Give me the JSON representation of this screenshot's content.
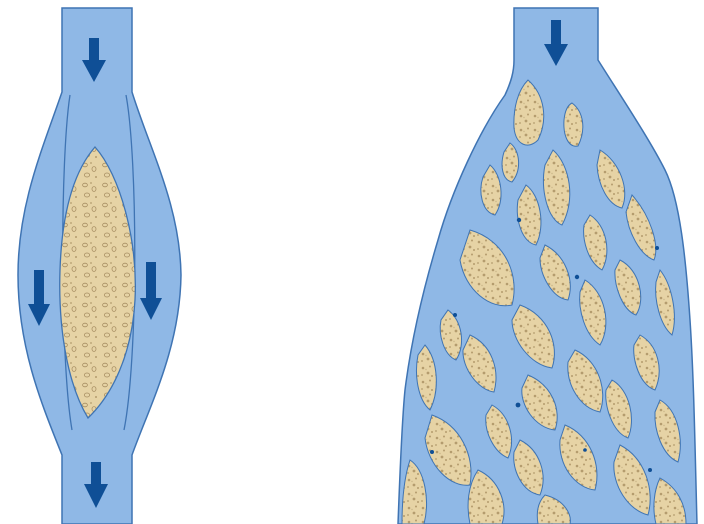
{
  "colors": {
    "channel_fill": "#8fb8e6",
    "channel_outline": "#3f74b3",
    "sediment_fill": "#e6d3a5",
    "sediment_grain": "#b49c6e",
    "arrow": "#0f4f96",
    "background": "#ffffff"
  },
  "panels": [
    {
      "name": "single-island-flow",
      "arrows": 4,
      "islands": 1
    },
    {
      "name": "braided-network-flow",
      "arrows": 1,
      "islands": 32
    }
  ]
}
